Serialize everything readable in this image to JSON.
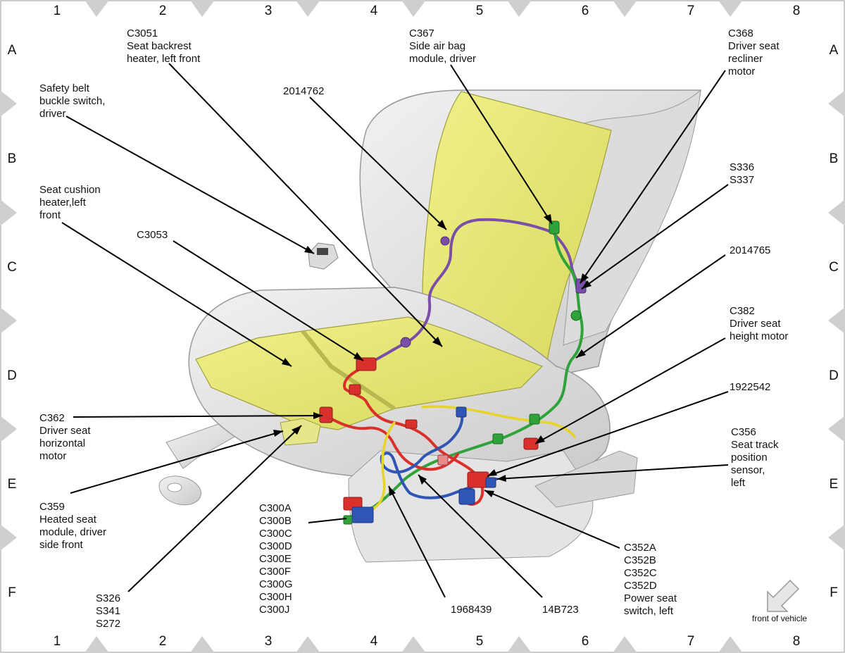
{
  "grid": {
    "columns": [
      "1",
      "2",
      "3",
      "4",
      "5",
      "6",
      "7",
      "8"
    ],
    "rows": [
      "A",
      "B",
      "C",
      "D",
      "E",
      "F"
    ]
  },
  "labels": {
    "c3051": [
      "C3051",
      "Seat backrest",
      "heater, left front"
    ],
    "c367": [
      "C367",
      "Side air bag",
      "module, driver"
    ],
    "c368": [
      "C368",
      "Driver seat",
      "recliner",
      "motor"
    ],
    "safety_belt": [
      "Safety belt",
      "buckle switch,",
      "driver"
    ],
    "n2014762": [
      "2014762"
    ],
    "s336": [
      "S336",
      "S337"
    ],
    "cushion_heater": [
      "Seat cushion",
      "heater,left",
      "front"
    ],
    "c3053": [
      "C3053"
    ],
    "n2014765": [
      "2014765"
    ],
    "c382": [
      "C382",
      "Driver seat",
      "height motor"
    ],
    "n1922542": [
      "1922542"
    ],
    "c362": [
      "C362",
      "Driver seat",
      "horizontal",
      "motor"
    ],
    "c356": [
      "C356",
      "Seat track",
      "position",
      "sensor,",
      "left"
    ],
    "c359": [
      "C359",
      "Heated seat",
      "module, driver",
      "side front"
    ],
    "c300": [
      "C300A",
      "C300B",
      "C300C",
      "C300D",
      "C300E",
      "C300F",
      "C300G",
      "C300H",
      "C300J"
    ],
    "c352": [
      "C352A",
      "C352B",
      "C352C",
      "C352D",
      "Power seat",
      "switch, left"
    ],
    "s326": [
      "S326",
      "S341",
      "S272"
    ],
    "n1968439": [
      "1968439"
    ],
    "n14b723": [
      "14B723"
    ],
    "front": [
      "front of vehicle"
    ]
  },
  "colors": {
    "heater_pad": "#e8e87a",
    "seat_body": "#e2e2e2",
    "wire_red": "#d9302c",
    "wire_green": "#2fa33a",
    "wire_purple": "#7b4fa8",
    "wire_blue": "#2f55b5",
    "wire_yellow": "#e6d42a",
    "marker": "#cfcfcf"
  }
}
